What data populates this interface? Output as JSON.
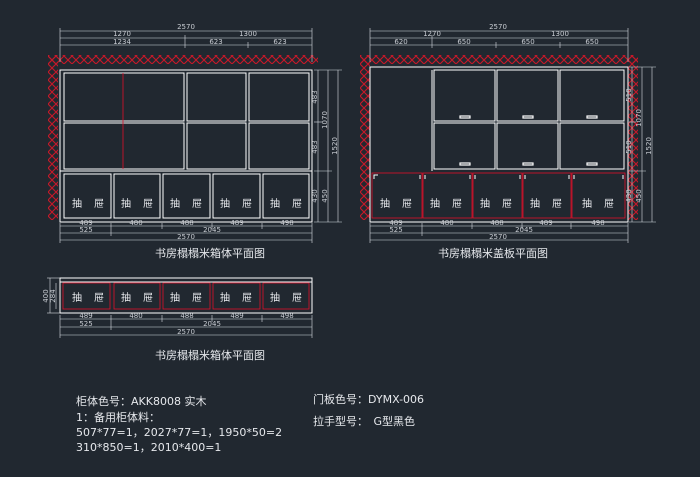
{
  "colors": {
    "background": "#212830",
    "lines": "#ffffff",
    "hatch": "#c81828",
    "door_edge": "#e0102a"
  },
  "drawer_label_1": "抽",
  "drawer_label_2": "屉",
  "view1": {
    "title": "书房榻榻米箱体平面图",
    "top_total": "2570",
    "top_left": "1270",
    "top_right": "1300",
    "top_sub": [
      "1234",
      "623",
      "623"
    ],
    "right_dims": [
      "483",
      "483",
      "430",
      "1070",
      "1520",
      "450"
    ],
    "bottom_widths": [
      "489",
      "480",
      "488",
      "489",
      "498"
    ],
    "bottom_mid": [
      "525",
      "2045"
    ],
    "bottom_total": "2570"
  },
  "view2": {
    "title": "书房榻榻米盖板平面图",
    "top_total": "2570",
    "top_left": "1270",
    "top_right": "1300",
    "top_sub": [
      "620",
      "650",
      "650",
      "650"
    ],
    "right_dims": [
      "510",
      "510",
      "430",
      "1070",
      "1520",
      "450"
    ],
    "bottom_widths": [
      "489",
      "480",
      "488",
      "489",
      "498"
    ],
    "bottom_mid": [
      "525",
      "2045"
    ],
    "bottom_total": "2570"
  },
  "view3": {
    "title": "书房榻榻米箱体平面图",
    "left_dims": [
      "400",
      "284"
    ],
    "bottom_widths": [
      "489",
      "480",
      "488",
      "489",
      "498"
    ],
    "bottom_mid": [
      "525",
      "2045"
    ],
    "bottom_total": "2570"
  },
  "notes": {
    "cabinet_color": "柜体色号：AKK8008 实木",
    "spare_title": "1：备用柜体料：",
    "spare_line1": "507*77=1，2027*77=1，1950*50=2",
    "spare_line2": "310*850=1，2010*400=1",
    "door_color": "门板色号：DYMX-006",
    "handle": "拉手型号：　G型黑色"
  }
}
